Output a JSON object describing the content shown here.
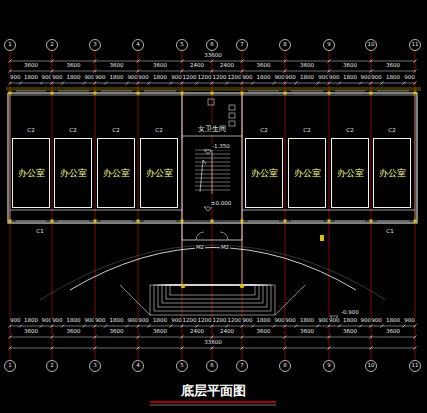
{
  "diagram": {
    "title": "底层平面图",
    "nodes": [
      {
        "text": [
          "女卫生间"
        ]
      },
      {
        "text": [
          "办公室"
        ]
      },
      {
        "text": [
          "办公室"
        ]
      },
      {
        "text": [
          "办公室"
        ]
      },
      {
        "text": [
          "办公室"
        ]
      },
      {
        "text": [
          "办公室"
        ]
      },
      {
        "text": [
          "办公室"
        ]
      },
      {
        "text": [
          "办公室"
        ]
      },
      {
        "text": [
          "办公室"
        ]
      }
    ],
    "labels": [
      "1",
      "2",
      "3",
      "4",
      "5",
      "6",
      "7",
      "8",
      "9",
      "10",
      "11",
      "33600",
      "3600",
      "3600",
      "3600",
      "3600",
      "2400",
      "2400",
      "3600",
      "3600",
      "3600",
      "3600",
      "900",
      "1800",
      "900",
      "900",
      "1800",
      "900",
      "900",
      "1800",
      "900",
      "900",
      "1800",
      "900",
      "1200",
      "1200",
      "1200",
      "1200",
      "900",
      "1800",
      "900",
      "900",
      "1800",
      "900",
      "900",
      "1800",
      "900",
      "900",
      "1800",
      "900",
      "C2",
      "C2",
      "C2",
      "C2",
      "C2",
      "C2",
      "C2",
      "C2",
      "-1.350",
      "±0.000",
      "C1",
      "C1",
      "M2",
      "M2",
      "900",
      "1800",
      "900",
      "900",
      "1800",
      "900",
      "900",
      "1800",
      "900",
      "900",
      "1800",
      "900",
      "1200",
      "1200",
      "1200",
      "1200",
      "900",
      "1800",
      "900",
      "900",
      "1800",
      "900",
      "900",
      "1800",
      "900",
      "900",
      "1800",
      "900",
      "3600",
      "3600",
      "3600",
      "3600",
      "2400",
      "2400",
      "3600",
      "3600",
      "3600",
      "3600",
      "33600",
      "1",
      "2",
      "3",
      "4",
      "5",
      "6",
      "7",
      "8",
      "9",
      "10",
      "11",
      "-0.900"
    ]
  }
}
